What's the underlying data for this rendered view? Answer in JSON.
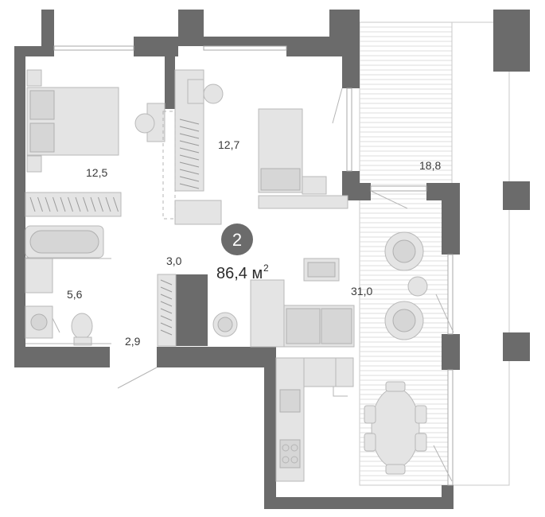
{
  "plan": {
    "rooms_count": "2",
    "total_area": "86,4",
    "total_unit": "м",
    "total_unit_sup": "2",
    "colors": {
      "wall": "#6b6b6b",
      "badge": "#6b6b6b",
      "furniture": "#e4e4e4"
    },
    "rooms": [
      {
        "id": "bedroom",
        "area": "12,5"
      },
      {
        "id": "room",
        "area": "12,7"
      },
      {
        "id": "balcony",
        "area": "18,8"
      },
      {
        "id": "living-kitchen",
        "area": "31,0"
      },
      {
        "id": "bathroom",
        "area": "5,6"
      },
      {
        "id": "wardrobe",
        "area": "3,0"
      },
      {
        "id": "hall",
        "area": "2,9"
      }
    ]
  }
}
